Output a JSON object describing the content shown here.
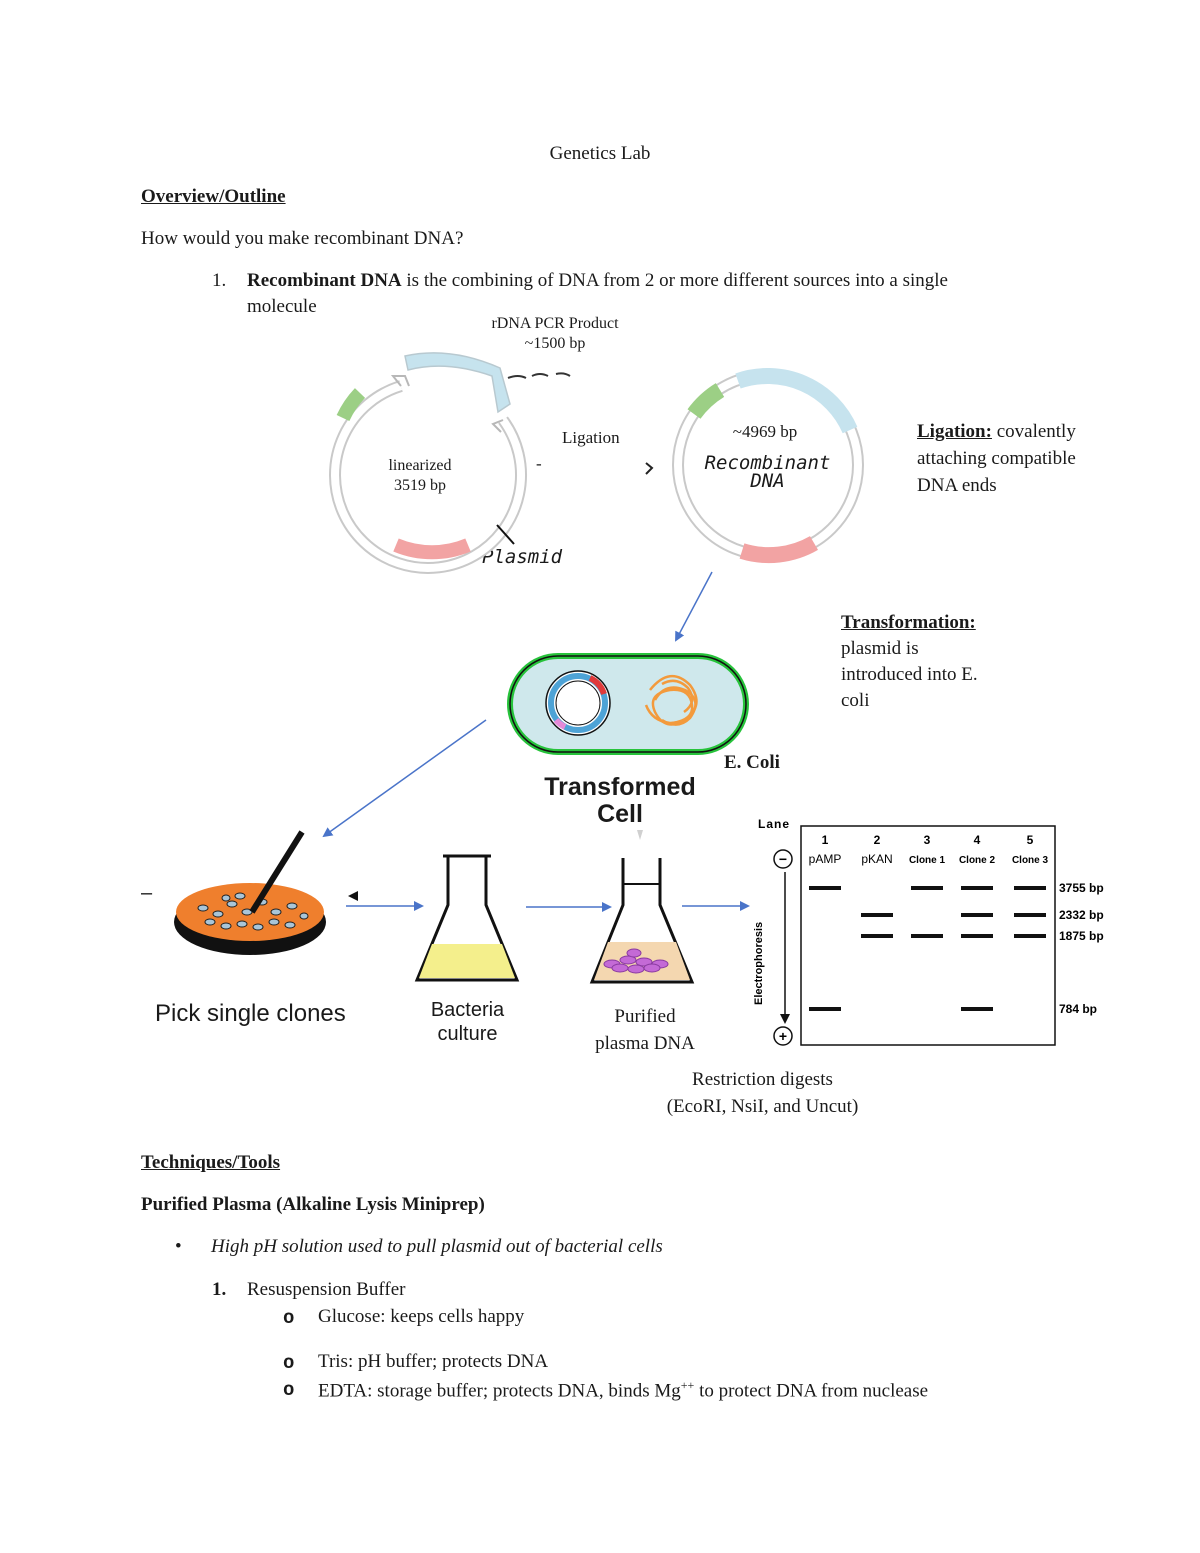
{
  "document": {
    "title": "Genetics Lab",
    "overview_heading": "Overview/Outline",
    "question": "How would you make recombinant DNA?",
    "item1": {
      "number": "1.",
      "term": "Recombinant DNA",
      "text_line1": " is the combining of DNA from 2 or more different sources into a single",
      "text_line2": "molecule"
    }
  },
  "figure": {
    "pcr_product_line1": "rDNA PCR Product",
    "pcr_product_line2": "~1500 bp",
    "linearized_line1": "linearized",
    "linearized_line2": "3519 bp",
    "plasmid_label": "Plasmid",
    "ligation_arrow_label": "Ligation",
    "dash": "-",
    "recomb_size": "~4969 bp",
    "recomb_line1": "Recombinant",
    "recomb_line2": "DNA",
    "ligation_def_term": "Ligation:",
    "ligation_def_line1": " covalently",
    "ligation_def_line2": "attaching compatible",
    "ligation_def_line3": "DNA ends",
    "transformation_term": "Transformation:",
    "transformation_line1": "plasmid is",
    "transformation_line2": "introduced into E.",
    "transformation_line3": "coli",
    "ecoli_label": "E. Coli",
    "transformed_line1": "Transformed",
    "transformed_line2": "Cell",
    "plate_dash": "–",
    "pick_clones": "Pick single clones",
    "bacteria_line1": "Bacteria",
    "bacteria_line2": "culture",
    "purified_line1": "Purified",
    "purified_line2": "plasma DNA",
    "restriction_line1": "Restriction digests",
    "restriction_line2": "(EcoRI, NsiI, and Uncut)"
  },
  "gel": {
    "lane_label": "Lane",
    "minus": "−",
    "plus": "+",
    "axis_label": "Electrophoresis",
    "lanes": [
      {
        "number": "1",
        "name": "pAMP"
      },
      {
        "number": "2",
        "name": "pKAN"
      },
      {
        "number": "3",
        "name": "Clone 1"
      },
      {
        "number": "4",
        "name": "Clone 2"
      },
      {
        "number": "5",
        "name": "Clone 3"
      }
    ],
    "markers": [
      "3755 bp",
      "2332 bp",
      "1875 bp",
      "784 bp"
    ],
    "bands": [
      [
        true,
        false,
        false,
        true
      ],
      [
        false,
        true,
        true,
        false
      ],
      [
        true,
        false,
        true,
        false
      ],
      [
        true,
        true,
        true,
        true
      ],
      [
        true,
        true,
        true,
        false
      ]
    ]
  },
  "techniques": {
    "heading": "Techniques/Tools",
    "subheading": "Purified Plasma (Alkaline Lysis Miniprep)",
    "bullet_glyph": "•",
    "bullet_text": "High pH solution used to pull plasmid out of bacterial cells",
    "step1_number": "1.",
    "step1_label": "Resuspension Buffer",
    "sub_glyph": "o",
    "sub1": "Glucose: keeps cells happy",
    "sub2": "Tris: pH buffer; protects DNA",
    "sub3_before": "EDTA: storage buffer; protects DNA, binds Mg",
    "sub3_sup": "++",
    "sub3_after": " to protect DNA from nuclease"
  },
  "colors": {
    "arrow_blue": "#4a74c9",
    "insert_blue": "#c6e3ee",
    "marker_green": "#9ccf85",
    "marker_pink": "#f2a3a3",
    "cell_green": "#27c33b",
    "cell_fill": "#cfe8ec",
    "chromosome_orange": "#f39a3c",
    "plate_orange": "#ef7f2d",
    "culture_yellow": "#f4ef8c",
    "pellet_purple": "#c46ad6"
  }
}
